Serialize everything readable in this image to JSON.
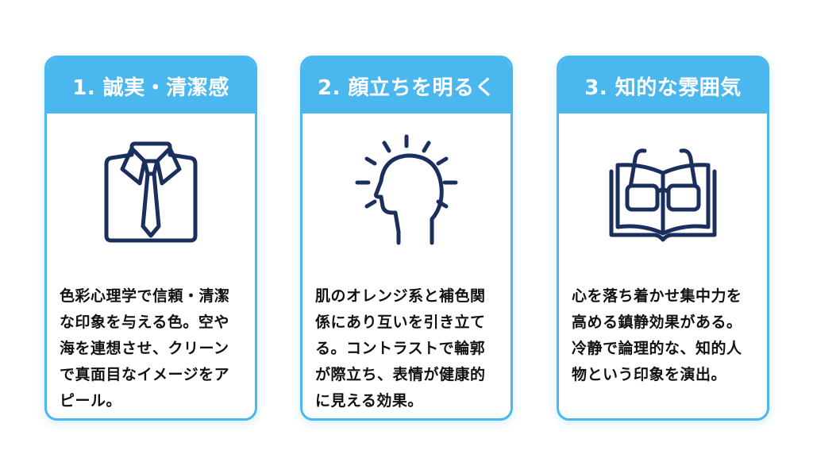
{
  "cards": [
    {
      "title": "1. 誠実・清潔感",
      "icon": "shirt-tie-icon",
      "text": "色彩心理学で信頼・清潔な印象を与える色。空や海を連想させ、クリーンで真面目なイメージをアピール。"
    },
    {
      "title": "2. 顔立ちを明るく",
      "icon": "bright-head-icon",
      "text": "肌のオレンジ系と補色関係にあり互いを引き立てる。コントラストで輪郭が際立ち、表情が健康的に見える効果。"
    },
    {
      "title": "3. 知的な雰囲気",
      "icon": "book-glasses-icon",
      "text": "心を落ち着かせ集中力を高める鎮静効果がある。冷静で論理的な、知的人物という印象を演出。"
    }
  ],
  "colors": {
    "accent": "#4ab8ee",
    "icon_stroke": "#1b2f5e",
    "text": "#111111"
  }
}
